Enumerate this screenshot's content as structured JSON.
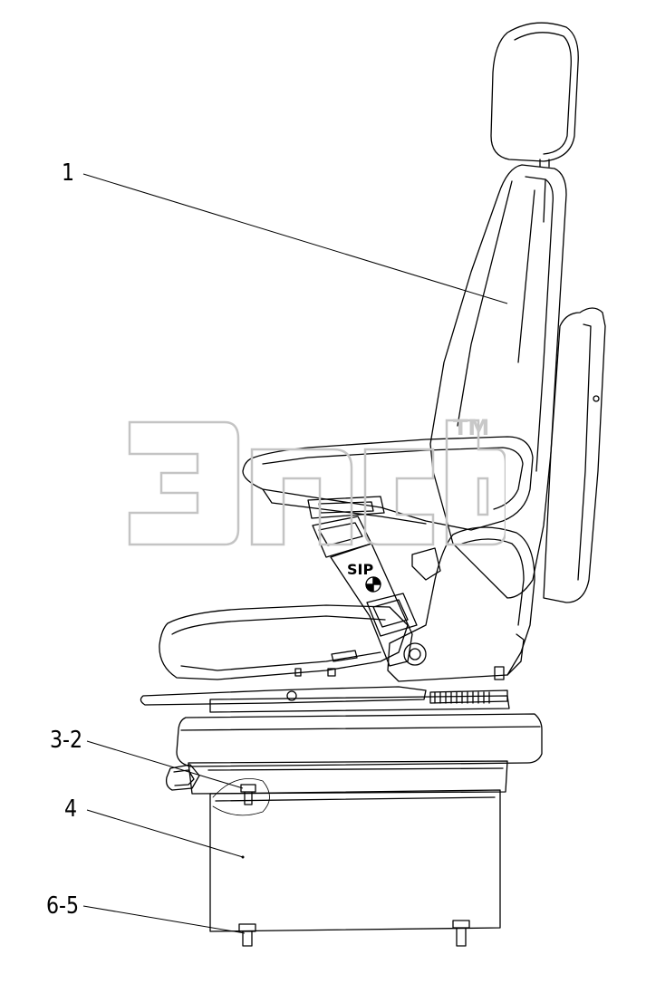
{
  "diagram": {
    "callouts": [
      {
        "id": "1",
        "label": "1"
      },
      {
        "id": "3-2",
        "label": "3-2"
      },
      {
        "id": "4",
        "label": "4"
      },
      {
        "id": "6-5",
        "label": "6-5"
      }
    ],
    "belt_buckle_text": "SIP",
    "watermark": {
      "text": "эпсь",
      "trademark": "TM"
    }
  }
}
